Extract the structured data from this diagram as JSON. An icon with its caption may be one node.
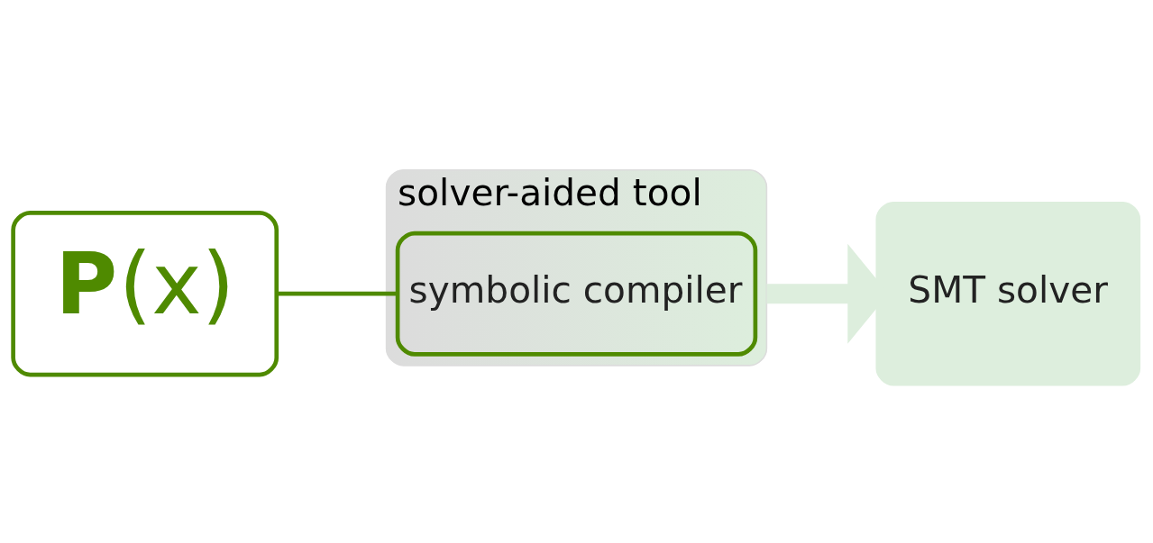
{
  "diagram": {
    "nodes": [
      {
        "text": [
          "solver-aided tool"
        ]
      },
      {
        "text": [
          "symbolic compiler"
        ],
        "in": 0
      },
      {
        "text": [
          "SMT solver"
        ]
      },
      {
        "text": [
          "**P**(x)"
        ]
      }
    ],
    "edges": [
      {
        "from": 0,
        "to": 2,
        "arrow": "to",
        "style": "thick",
        "color": "#ddeedd"
      },
      {
        "from": 3,
        "to": 1,
        "arrow": "none",
        "color": "#4f8a00"
      }
    ]
  }
}
